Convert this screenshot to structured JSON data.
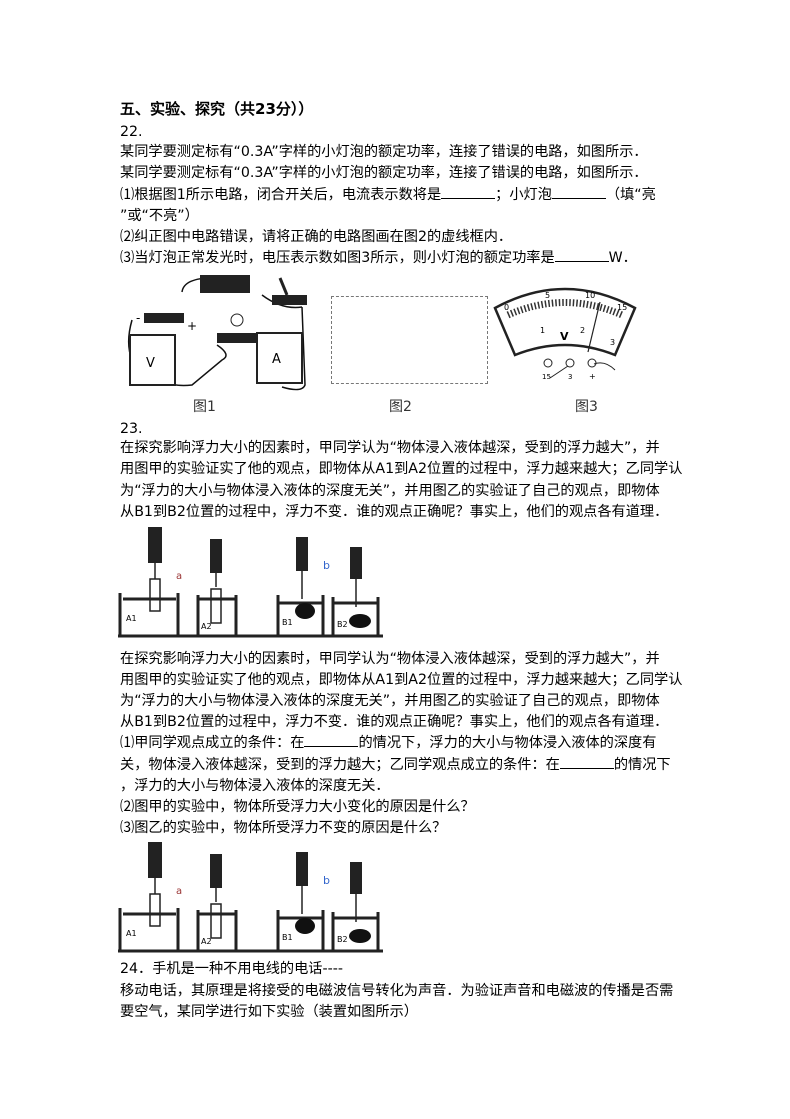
{
  "section_title": "五、实验、探究（共23分））",
  "q22": {
    "number": "22.",
    "lines": [
      "某同学要测定标有“0.3A”字样的小灯泡的额定功率，连接了错误的电路，如图所示．",
      "某同学要测定标有“0.3A”字样的小灯泡的额定功率，连接了错误的电路，如图所示．"
    ],
    "p1a": "⑴根据图1所示电路，闭合开关后，电流表示数将是",
    "p1b": "；小灯泡",
    "p1c": "（填“亮",
    "p1d": "”或“不亮”）",
    "p2": "⑵纠正图中电路错误，请将正确的电路图画在图2的虚线框内．",
    "p3a": "⑶当灯泡正常发光时，电压表示数如图3所示，则小灯泡的额定功率是",
    "p3b": "W．",
    "captions": [
      "图1",
      "图2",
      "图3"
    ],
    "meter": {
      "ticks_top": [
        "0",
        "5",
        "10",
        "15"
      ],
      "ticks_bottom": [
        "1",
        "2",
        "3"
      ],
      "unit": "V",
      "terminals": [
        "15",
        "3",
        "+"
      ]
    },
    "battery_signs": [
      "-",
      "+"
    ]
  },
  "q23": {
    "number": "23.",
    "intro": [
      "在探究影响浮力大小的因素时，甲同学认为“物体浸入液体越深，受到的浮力越大”，并",
      "用图甲的实验证实了他的观点，即物体从A1到A2位置的过程中，浮力越来越大；乙同学认",
      "为“浮力的大小与物体浸入液体的深度无关”，并用图乙的实验证了自己的观点，即物体",
      "从B1到B2位置的过程中，浮力不变．谁的观点正确呢？事实上，他们的观点各有道理．"
    ],
    "intro2": [
      "在探究影响浮力大小的因素时，甲同学认为“物体浸入液体越深，受到的浮力越大”，并",
      "用图甲的实验证实了他的观点，即物体从A1到A2位置的过程中，浮力越来越大；乙同学认",
      "为“浮力的大小与物体浸入液体的深度无关”，并用图乙的实验证了自己的观点，即物体",
      "从B1到B2位置的过程中，浮力不变．谁的观点正确呢？事实上，他们的观点各有道理．"
    ],
    "s1a": "⑴甲同学观点成立的条件：在",
    "s1b": "的情况下，浮力的大小与物体浸入液体的深度有",
    "s1c": "关，物体浸入液体越深，受到的浮力越大；乙同学观点成立的条件：在",
    "s1d": "的情况下",
    "s1e": "，浮力的大小与物体浸入液体的深度无关．",
    "s2": "⑵图甲的实验中，物体所受浮力大小变化的原因是什么？",
    "s3": "⑶图乙的实验中，物体所受浮力不变的原因是什么？",
    "fig_labels": {
      "a": "a",
      "b": "b",
      "A1": "A1",
      "A2": "A2",
      "B1": "B1",
      "B2": "B2"
    }
  },
  "q24": {
    "line1": "24．手机是一种不用电线的电话----",
    "line2": "移动电话，其原理是将接受的电磁波信号转化为声音．为验证声音和电磁波的传播是否需",
    "line3": "要空气，某同学进行如下实验（装置如图所示）"
  }
}
